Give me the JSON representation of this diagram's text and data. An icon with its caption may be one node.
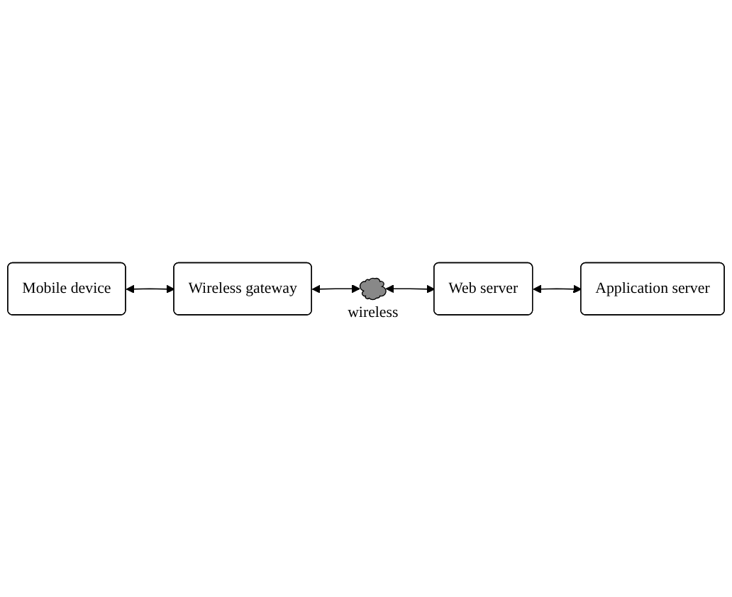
{
  "diagram": {
    "nodes": [
      {
        "text": [
          "Mobile device"
        ]
      },
      {
        "text": [
          "Wireless gateway"
        ]
      },
      {
        "text": [],
        "shape": "cloud",
        "beside": [
          "wireless"
        ]
      },
      {
        "text": [
          "Web server"
        ]
      },
      {
        "text": [
          "Application server"
        ]
      }
    ],
    "edges": [
      {
        "from": 0,
        "to": 1,
        "arrow": "both"
      },
      {
        "from": 1,
        "to": 2,
        "arrow": "both"
      },
      {
        "from": 2,
        "to": 3,
        "arrow": "both"
      },
      {
        "from": 3,
        "to": 4,
        "arrow": "both"
      }
    ]
  }
}
